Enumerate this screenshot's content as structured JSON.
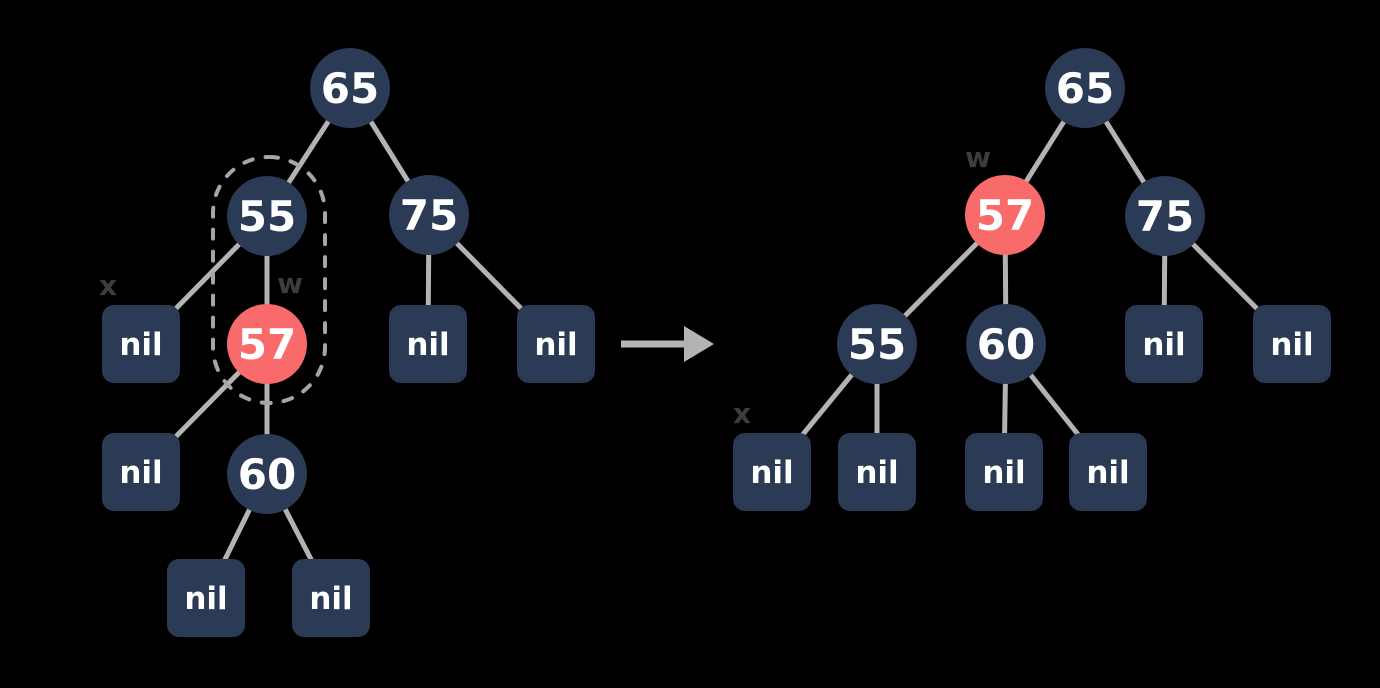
{
  "colors": {
    "background": "#000000",
    "node_fill": "#2b3a55",
    "highlight_fill": "#f96b6b",
    "edge": "#b3b3b3",
    "dashed_outline": "#a6a6a6",
    "annotation_text": "#3d3d3d",
    "node_text": "#ffffff"
  },
  "trees": {
    "left": {
      "nodes": {
        "v65": "65",
        "v55": "55",
        "v57": "57",
        "v75": "75",
        "v60": "60"
      },
      "nils": [
        "nil",
        "nil",
        "nil",
        "nil",
        "nil",
        "nil"
      ],
      "annotations": {
        "x": "x",
        "w": "w"
      }
    },
    "right": {
      "nodes": {
        "v65": "65",
        "v57": "57",
        "v75": "75",
        "v55": "55",
        "v60": "60"
      },
      "nils": [
        "nil",
        "nil",
        "nil",
        "nil",
        "nil",
        "nil"
      ],
      "annotations": {
        "w": "w",
        "x": "x"
      }
    }
  }
}
